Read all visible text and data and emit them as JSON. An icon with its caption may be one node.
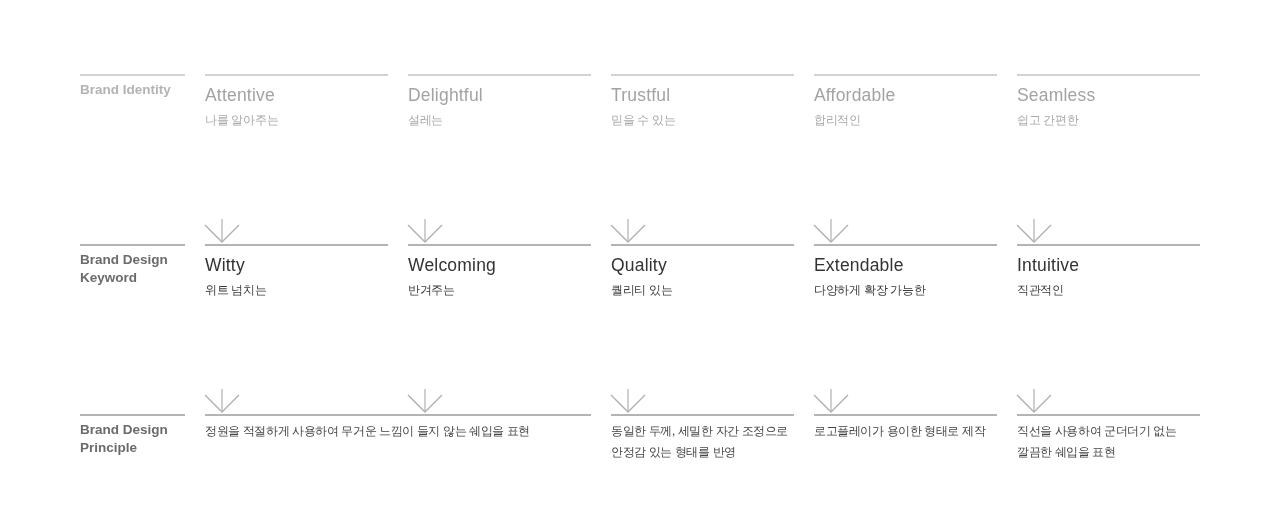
{
  "diagram": {
    "nodes": [
      {
        "text": [
          "Brand Identity"
        ]
      },
      {
        "text": [
          "Attentive",
          "나를 알아주는"
        ]
      },
      {
        "text": [
          "Delightful",
          "설레는"
        ]
      },
      {
        "text": [
          "Trustful",
          "믿을 수 있는"
        ]
      },
      {
        "text": [
          "Affordable",
          "합리적인"
        ]
      },
      {
        "text": [
          "Seamless",
          "쉽고 간편한"
        ]
      },
      {
        "text": [
          "Brand Design Keyword"
        ]
      },
      {
        "text": [
          "Witty",
          "위트 넘치는"
        ]
      },
      {
        "text": [
          "Welcoming",
          "반겨주는"
        ]
      },
      {
        "text": [
          "Quality",
          "퀄리티 있는"
        ]
      },
      {
        "text": [
          "Extendable",
          "다양하게 확장 가능한"
        ]
      },
      {
        "text": [
          "Intuitive",
          "직관적인"
        ]
      },
      {
        "text": [
          "Brand Design Principle"
        ]
      },
      {
        "text": [
          "정원을 적절하게 사용하여 무거운 느낌이 들지 않는 쉐입을 표현"
        ]
      },
      {
        "text": [
          "동일한 두께, 세밀한 자간 조정으로 안정감 있는 형태를 반영"
        ]
      },
      {
        "text": [
          "로고플레이가 용이한 형태로 제작"
        ]
      },
      {
        "text": [
          "직선을 사용하여 군더더기 없는 깔끔한 쉐입을 표현"
        ]
      }
    ],
    "edges": [
      {
        "from": 1,
        "to": 7,
        "arrow": "to"
      },
      {
        "from": 2,
        "to": 8,
        "arrow": "to"
      },
      {
        "from": 3,
        "to": 9,
        "arrow": "to"
      },
      {
        "from": 4,
        "to": 10,
        "arrow": "to"
      },
      {
        "from": 5,
        "to": 11,
        "arrow": "to"
      },
      {
        "from": 7,
        "to": 13,
        "arrow": "to"
      },
      {
        "from": 8,
        "to": 13,
        "arrow": "to"
      },
      {
        "from": 9,
        "to": 14,
        "arrow": "to"
      },
      {
        "from": 10,
        "to": 15,
        "arrow": "to"
      },
      {
        "from": 11,
        "to": 16,
        "arrow": "to"
      }
    ]
  }
}
